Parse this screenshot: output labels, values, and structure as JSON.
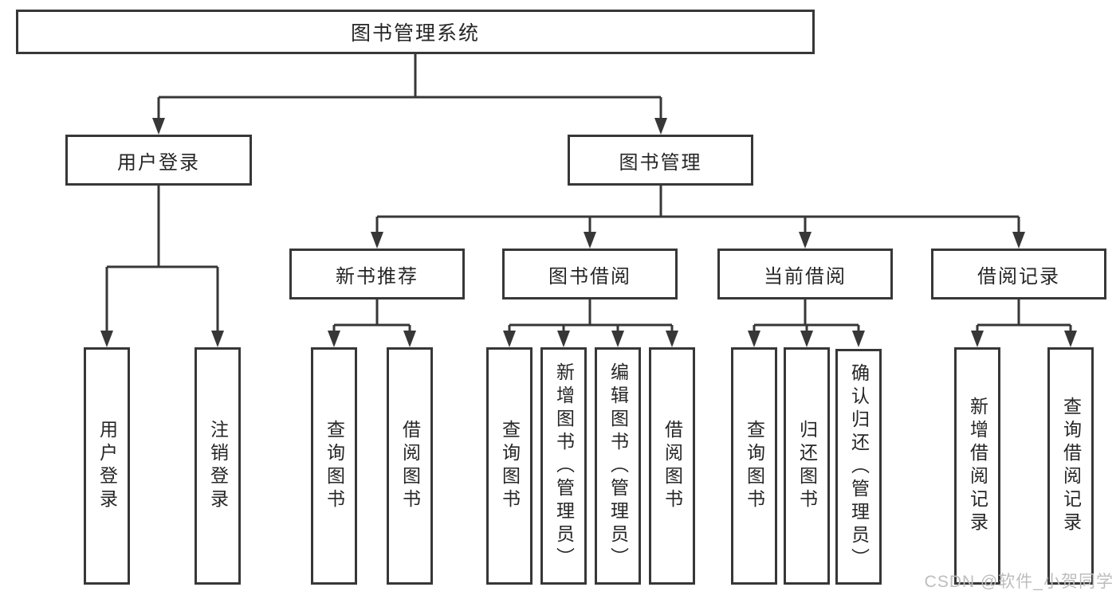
{
  "tree": {
    "root": {
      "label": "图书管理系统"
    },
    "user_login": {
      "label": "用户登录",
      "children": [
        {
          "label": "用户登录"
        },
        {
          "label": "注销登录"
        }
      ]
    },
    "book_mgmt": {
      "label": "图书管理",
      "sections": [
        {
          "label": "新书推荐",
          "children": [
            {
              "label": "查询图书"
            },
            {
              "label": "借阅图书"
            }
          ]
        },
        {
          "label": "图书借阅",
          "children": [
            {
              "label": "查询图书"
            },
            {
              "label": "新增图书（管理员）"
            },
            {
              "label": "编辑图书（管理员）"
            },
            {
              "label": "借阅图书"
            }
          ]
        },
        {
          "label": "当前借阅",
          "children": [
            {
              "label": "查询图书"
            },
            {
              "label": "归还图书"
            },
            {
              "label": "确认归还（管理员）"
            }
          ]
        },
        {
          "label": "借阅记录",
          "children": [
            {
              "label": "新增借阅记录"
            },
            {
              "label": "查询借阅记录"
            }
          ]
        }
      ]
    }
  },
  "watermark": {
    "text": "CSDN @软件_小贺同学"
  },
  "colors": {
    "line": "#373737",
    "text": "#262626",
    "watermark": "#bdbdbd",
    "background": "#ffffff"
  }
}
